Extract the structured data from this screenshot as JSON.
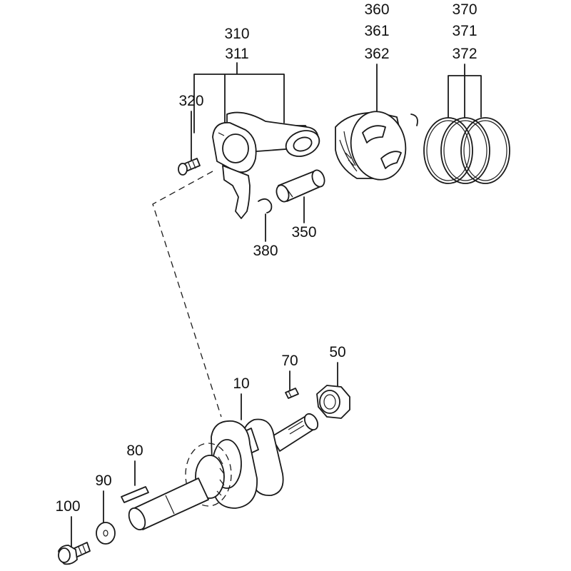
{
  "diagram": {
    "labels": {
      "l310": "310",
      "l311": "311",
      "l320": "320",
      "l360": "360",
      "l361": "361",
      "l362": "362",
      "l370": "370",
      "l371": "371",
      "l372": "372",
      "l350": "350",
      "l380": "380",
      "l10": "10",
      "l70": "70",
      "l50": "50",
      "l80": "80",
      "l90": "90",
      "l100": "100"
    }
  }
}
